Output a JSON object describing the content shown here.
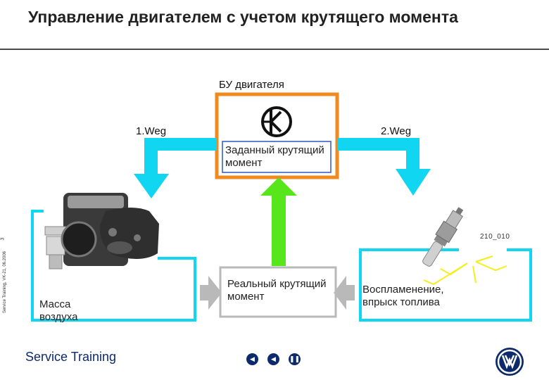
{
  "slide": {
    "title": "Управление двигателем с учетом крутящего момента",
    "side_caption": "Service Training, VK-21, 06.2006",
    "page_number": "3",
    "figure_code": "210_010",
    "footer_brand": "Service Training"
  },
  "diagram": {
    "ecu_label": "БУ двигателя",
    "path1_label": "1.Weg",
    "path2_label": "2.Weg",
    "target_torque_label": "Заданный крутящий момент",
    "actual_torque_label": "Реальный крутящий момент",
    "air_mass_label": "Масса воздуха",
    "ignition_label": "Воспламенение, впрыск топлива"
  },
  "colors": {
    "cyan": "#11d6f2",
    "orange": "#f08a1e",
    "green": "#57e61b",
    "blue_box": "#3a63c8",
    "gray_arrow": "#b9b9b9",
    "navy": "#0d2a6b",
    "spark": "#f4ef1a"
  },
  "icons": {
    "nav": [
      "first-page-icon",
      "prev-page-icon",
      "pause-icon"
    ],
    "logo": "vw-logo-icon"
  }
}
